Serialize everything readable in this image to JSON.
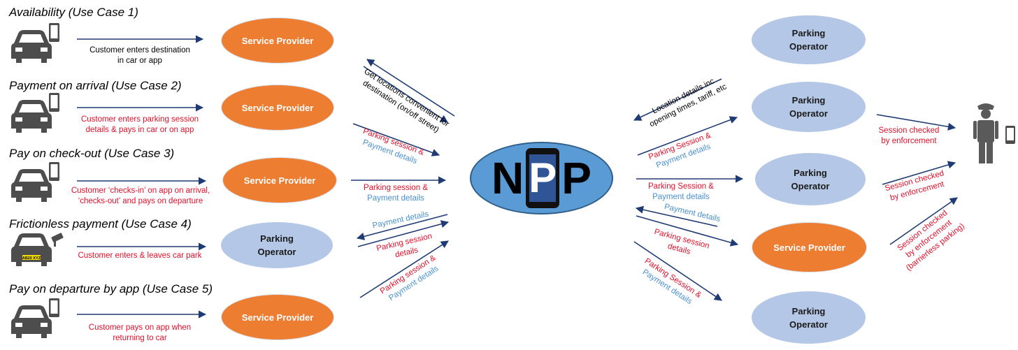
{
  "colors": {
    "arrow": "#1f3b73",
    "service_provider": "#ed7d31",
    "parking_operator": "#b4c7e7",
    "npp_fill": "#5b9bd5",
    "red_text": "#e0102a",
    "blue_text": "#4a90d0"
  },
  "use_cases": [
    {
      "heading": "Availability (Use Case 1)",
      "desc1": "Customer enters destination",
      "desc2": "in car or app",
      "node": "Service Provider"
    },
    {
      "heading": "Payment on arrival (Use Case 2)",
      "desc1": "Customer enters parking session",
      "desc2": "details & pays in car or on app",
      "node": "Service Provider"
    },
    {
      "heading": "Pay on check-out (Use Case 3)",
      "desc1": "Customer ‘checks-in’ on app on arrival,",
      "desc2": "‘checks-out’ and pays on departure",
      "node": "Service Provider"
    },
    {
      "heading": "Frictionless payment (Use Case 4)",
      "desc1": "Customer enters & leaves car park",
      "node1": "Parking",
      "node2": "Operator",
      "plate": "AB20 XYZ"
    },
    {
      "heading": "Pay on departure by app (Use Case 5)",
      "desc1": "Customer pays on app when",
      "desc2": "returning to car",
      "node": "Service Provider"
    }
  ],
  "left_links": {
    "l1a": "Get locations convenient for",
    "l1b": "destination (on/off street)",
    "l2a": "Parking session &",
    "l2b": "Payment details",
    "l3a": "Parking session &",
    "l3b": "Payment details",
    "l4a": "Payment details",
    "l5a": "Parking session",
    "l5b": "details",
    "l6a": "Parking session &",
    "l6b": "Payment details"
  },
  "hub": {
    "letter_n": "N",
    "letter_p": "P",
    "letter_p2": "P"
  },
  "right_links": {
    "r1a": "Location details inc",
    "r1b": "opening times, tariff, etc",
    "r2a": "Parking Session &",
    "r2b": "Payment details",
    "r3a": "Parking Session &",
    "r3b": "Payment details",
    "r4a": "Payment details",
    "r5a": "Parking session",
    "r5b": "details",
    "r6a": "Parking Session &",
    "r6b": "Payment details"
  },
  "right_nodes": [
    {
      "line1": "Parking",
      "line2": "Operator"
    },
    {
      "line1": "Parking",
      "line2": "Operator"
    },
    {
      "line1": "Parking",
      "line2": "Operator"
    },
    {
      "line1": "Service Provider"
    },
    {
      "line1": "Parking",
      "line2": "Operator"
    }
  ],
  "enforcement": {
    "e1a": "Session checked",
    "e1b": "by enforcement",
    "e2a": "Session checked",
    "e2b": "by enforcement",
    "e3a": "Session checked",
    "e3b": "by enforcement",
    "e3c": "(barrierless parking)"
  }
}
